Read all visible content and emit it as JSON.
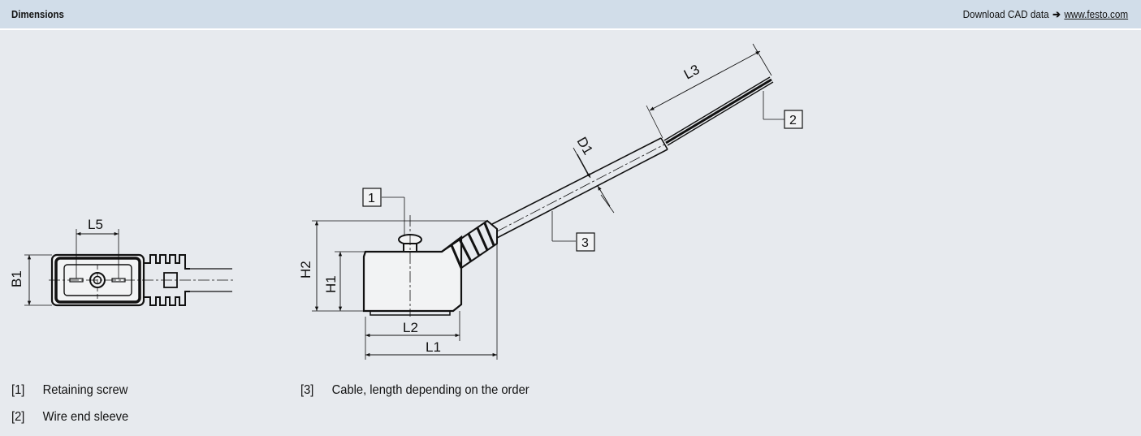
{
  "header": {
    "title": "Dimensions",
    "download_label": "Download CAD data",
    "arrow": "➔",
    "link": "www.festo.com"
  },
  "drawing": {
    "dimension_labels": {
      "L5": "L5",
      "B1": "B1",
      "H2": "H2",
      "H1": "H1",
      "L2": "L2",
      "L1": "L1",
      "D1": "D1",
      "L3": "L3"
    },
    "callouts": {
      "c1": "1",
      "c2": "2",
      "c3": "3"
    }
  },
  "legend": {
    "items": [
      {
        "num": "[1]",
        "text": "Retaining screw"
      },
      {
        "num": "[2]",
        "text": "Wire end sleeve"
      },
      {
        "num": "[3]",
        "text": "Cable, length depending on the order"
      }
    ]
  }
}
